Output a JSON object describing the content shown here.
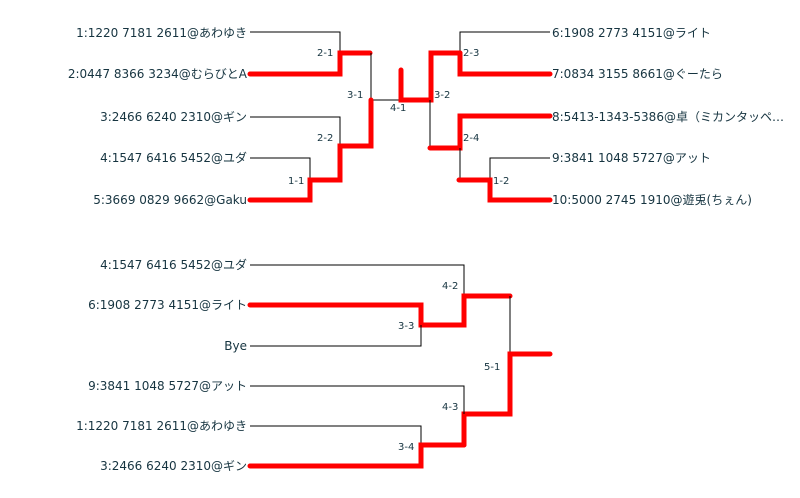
{
  "winners_bracket": {
    "left_entries": [
      "1:1220 7181 2611@あわゆき",
      "2:0447 8366 3234@むらびとA",
      "3:2466 6240 2310@ギン",
      "4:1547 6416 5452@ユダ",
      "5:3669 0829 9662@Gaku"
    ],
    "right_entries": [
      "6:1908 2773 4151@ライト",
      "7:0834 3155 8661@ぐーたら",
      "8:5413-1343-5386@卓（ミカンタッペ…",
      "9:3841 1048 5727@アット",
      "10:5000 2745 1910@遊兎(ちぇん)"
    ],
    "match_labels": [
      "2-1",
      "3-1",
      "2-2",
      "1-1",
      "4-1",
      "2-3",
      "3-2",
      "2-4",
      "1-2"
    ]
  },
  "second_bracket": {
    "entries": [
      "4:1547 6416 5452@ユダ",
      "6:1908 2773 4151@ライト",
      "Bye",
      "9:3841 1048 5727@アット",
      "1:1220 7181 2611@あわゆき",
      "3:2466 6240 2310@ギン"
    ],
    "match_labels": [
      "4-2",
      "3-3",
      "5-1",
      "4-3",
      "3-4"
    ]
  },
  "colors": {
    "winner_line": "#ff0000",
    "line": "#000000",
    "text": "#163440"
  }
}
